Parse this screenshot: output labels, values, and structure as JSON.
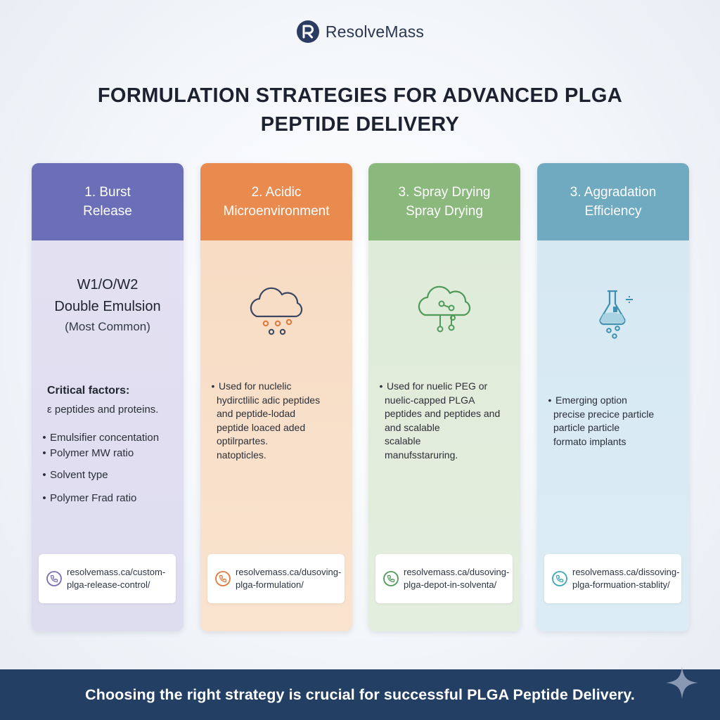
{
  "brand": {
    "name": "ResolveMass",
    "logo_icon": "resolvemass-logo-icon"
  },
  "title": {
    "line1": "FORMULATION STRATEGIES FOR ADVANCED PLGA",
    "line2": "PEPTIDE DELIVERY"
  },
  "colors": {
    "card1": "#6b6fb8",
    "card2": "#e98a4e",
    "card3": "#8bb87c",
    "card4": "#6faac0",
    "footer": "#233f63"
  },
  "cards": [
    {
      "header": {
        "line1": "1. Burst",
        "line2": "Release"
      },
      "method": {
        "line1": "W1/O/W2",
        "line2": "Double Emulsion",
        "line3": "(Most Common)"
      },
      "factors_title": "Critical factors:",
      "factors_sub": "ε peptides and proteins.",
      "factors": [
        "Emulsifier concentation",
        "Polymer MW ratio",
        "Solvent type",
        "Polymer Frad ratio"
      ],
      "link": "resolvemass.ca/custom-\nplga-release-control/",
      "link_icon": "phone-icon"
    },
    {
      "header": {
        "line1": "2. Acidic",
        "line2": "Microenvironment"
      },
      "icon": "cloud-droplets-icon",
      "desc": [
        "Used for nuclelic",
        "hydirctlilic adic peptides",
        "and peptide-lodad",
        "peptide loaced aded",
        "optilrpartes.",
        "natopticles."
      ],
      "link": "resolvemass.ca/dusoving-\nplga-formulation/",
      "link_icon": "phone-icon"
    },
    {
      "header": {
        "line1": "3. Spray Drying",
        "line2": "Spray Drying"
      },
      "icon": "cloud-molecule-icon",
      "desc": [
        "Used for nuelic PEG or",
        "nuelic-capped PLGA",
        "peptides and peptides and",
        "and scalable",
        "scalable",
        "manufsstaruring."
      ],
      "link": "resolvemass.ca/dusoving-\nplga-depot-in-solventa/",
      "link_icon": "phone-icon"
    },
    {
      "header": {
        "line1": "3. Aggradation",
        "line2": "Efficiency"
      },
      "icon": "flask-icon",
      "desc": [
        "Emerging option",
        "precise precice particle",
        "particle particle",
        "formato implants"
      ],
      "link": "resolvemass.ca/dissoving-\nplga-formuation-stablity/",
      "link_icon": "phone-icon"
    }
  ],
  "footer": {
    "text": "Choosing the right strategy is crucial for successful PLGA Peptide Delivery.",
    "decoration_icon": "sparkle-icon"
  }
}
